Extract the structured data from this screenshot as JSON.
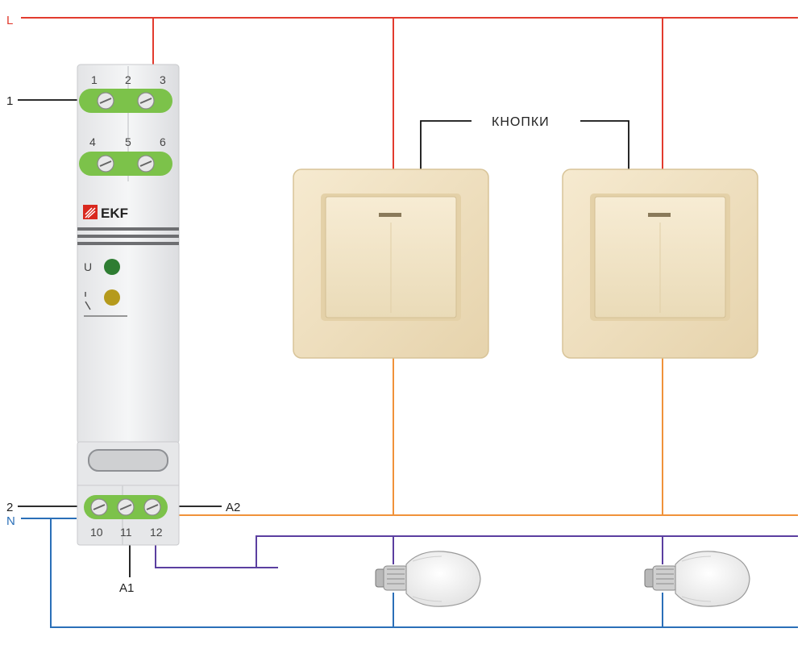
{
  "labels": {
    "line": "L",
    "neutral": "N",
    "pointer_1": "1",
    "pointer_2": "2",
    "a1": "A1",
    "a2": "A2",
    "buttons": "КНОПКИ"
  },
  "relay": {
    "brand": "EKF",
    "top_terminals": [
      "1",
      "2",
      "3"
    ],
    "mid_terminals": [
      "4",
      "5",
      "6"
    ],
    "bottom_terminals": [
      "10",
      "11",
      "12"
    ],
    "indicator_u": "U",
    "indicator_u_color": "#2e7d32",
    "indicator_contact_color": "#b59a1c"
  },
  "colors": {
    "line": "#e23b2e",
    "neutral": "#2a6fb8",
    "switched": "#f0923a",
    "lamp_feed": "#5b3fa0",
    "switch_plate": "#f2e4c4",
    "terminal_green": "#7cc24a",
    "brand_red": "#d9281e"
  }
}
